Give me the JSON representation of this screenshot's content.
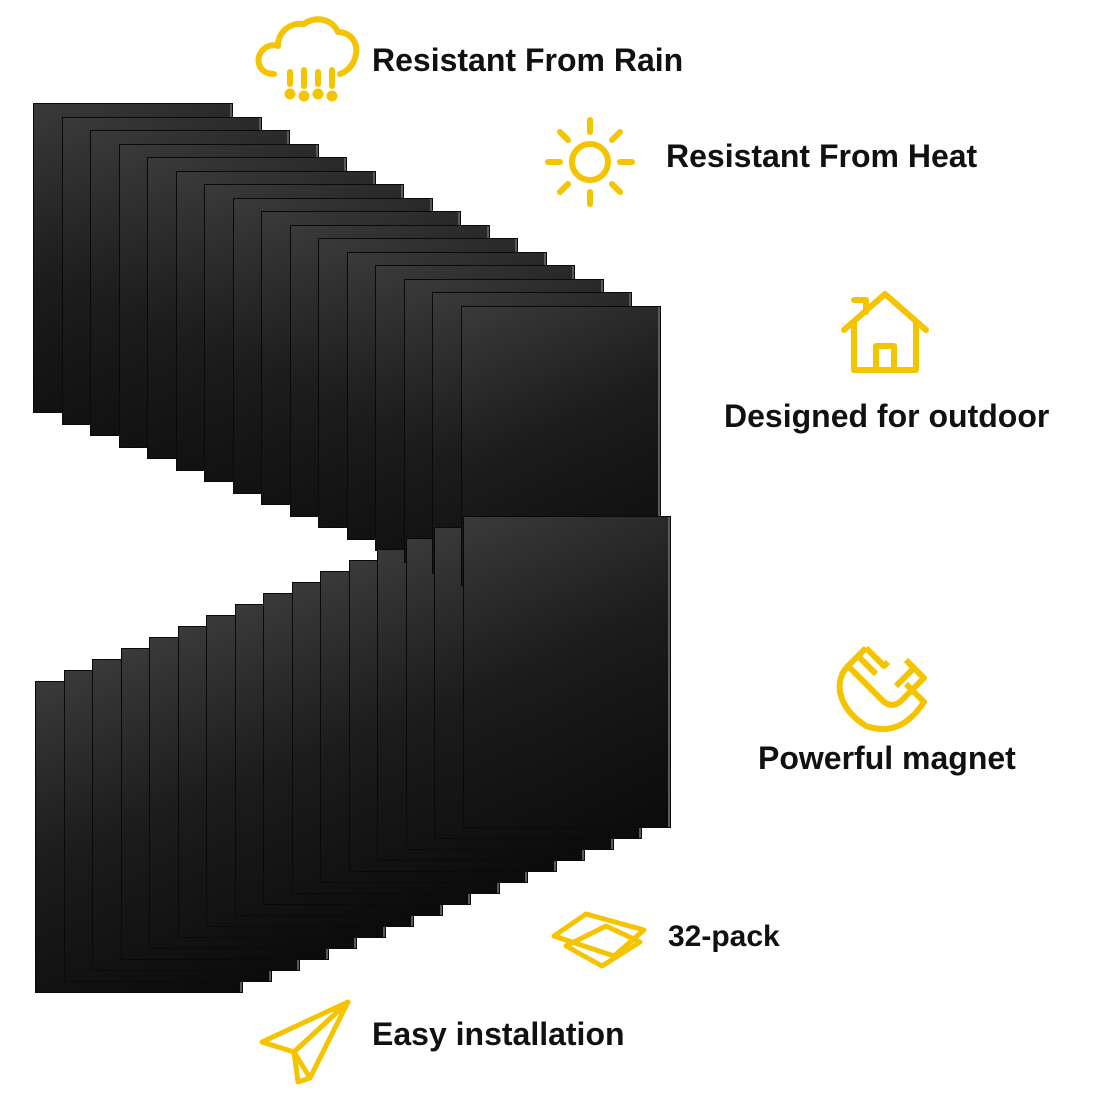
{
  "accent_color": "#f5c400",
  "sheet_color": "#1a1a1a",
  "features": {
    "rain": {
      "label": "Resistant From Rain",
      "icon": "rain-cloud-icon"
    },
    "heat": {
      "label": "Resistant From Heat",
      "icon": "sun-icon"
    },
    "outdoor": {
      "label": "Designed for outdoor",
      "icon": "house-icon"
    },
    "magnet": {
      "label": "Powerful magnet",
      "icon": "magnet-icon"
    },
    "pack": {
      "label": "32-pack",
      "icon": "stacked-sheets-icon"
    },
    "install": {
      "label": "Easy installation",
      "icon": "paper-plane-icon"
    }
  },
  "product": {
    "sheet_count": 32
  }
}
